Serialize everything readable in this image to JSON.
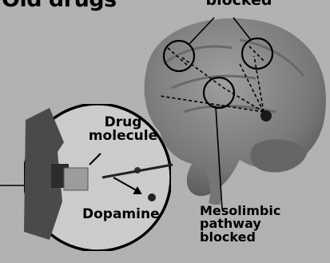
{
  "headline": "Old drugs",
  "callouts": {
    "top": "blocked",
    "drug": "Drug\nmolecule",
    "dopamine": "Dopamine",
    "mesolimbic": "Mesolimbic\npathway\nblocked"
  },
  "colors": {
    "background": "#b9b9b9",
    "brain": "#8a8a8a",
    "inset_fill": "#d4d4d4",
    "drug_block": "#9c9c9c",
    "ink": "#000000"
  }
}
